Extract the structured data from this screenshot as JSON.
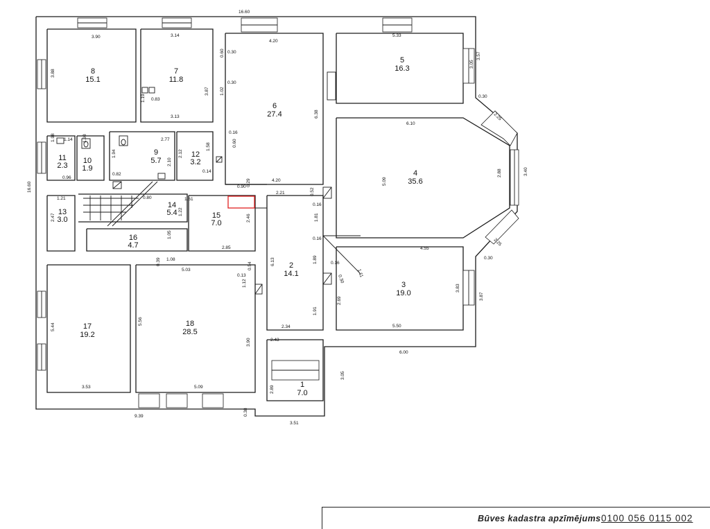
{
  "plan": {
    "rooms": [
      {
        "number": "1",
        "area": "7.0"
      },
      {
        "number": "2",
        "area": "14.1"
      },
      {
        "number": "3",
        "area": "19.0"
      },
      {
        "number": "4",
        "area": "35.6"
      },
      {
        "number": "5",
        "area": "16.3"
      },
      {
        "number": "6",
        "area": "27.4"
      },
      {
        "number": "7",
        "area": "11.8"
      },
      {
        "number": "8",
        "area": "15.1"
      },
      {
        "number": "9",
        "area": "5.7"
      },
      {
        "number": "10",
        "area": "1.9"
      },
      {
        "number": "11",
        "area": "2.3"
      },
      {
        "number": "12",
        "area": "3.2"
      },
      {
        "number": "13",
        "area": "3.0"
      },
      {
        "number": "14",
        "area": "5.4"
      },
      {
        "number": "15",
        "area": "7.0"
      },
      {
        "number": "16",
        "area": "4.7"
      },
      {
        "number": "17",
        "area": "19.2"
      },
      {
        "number": "18",
        "area": "28.5"
      }
    ],
    "dimensions": [
      "16.60",
      "3.90",
      "3.14",
      "4.20",
      "5.33",
      "3.88",
      "3.87",
      "3.13",
      "0.30",
      "0.60",
      "0.30",
      "1.02",
      "6.38",
      "3.05",
      "3.57",
      "0.30",
      "2.25",
      "6.10",
      "1.98",
      "1.14",
      "1.98",
      "1.94",
      "2.77",
      "2.12",
      "0.16",
      "0.60",
      "1.58",
      "2.10",
      "0.82",
      "0.14",
      "0.29",
      "4.20",
      "0.96",
      "0.90",
      "2.21",
      "0.52",
      "5.09",
      "2.88",
      "3.40",
      "1.21",
      "0.80",
      "1.61",
      "0.16",
      "2.47",
      "1.22",
      "2.46",
      "1.81",
      "1.05",
      "0.16",
      "2.85",
      "4.55",
      "0.39",
      "1.08",
      "5.03",
      "0.54",
      "0.13",
      "1.89",
      "0.16",
      "1.11",
      "0.30",
      "2.25",
      "0.30",
      "1.12",
      "6.13",
      "2.69",
      "3.83",
      "3.87",
      "5.44",
      "5.56",
      "3.90",
      "1.91",
      "5.50",
      "2.34",
      "2.43",
      "6.00",
      "3.05",
      "3.53",
      "5.09",
      "2.89",
      "9.39",
      "0.38",
      "3.51",
      "16.60",
      "1.19",
      "0.83"
    ]
  },
  "stamp": {
    "label": "Būves kadastra apzīmējums",
    "code": "0100  056  0115  002"
  }
}
